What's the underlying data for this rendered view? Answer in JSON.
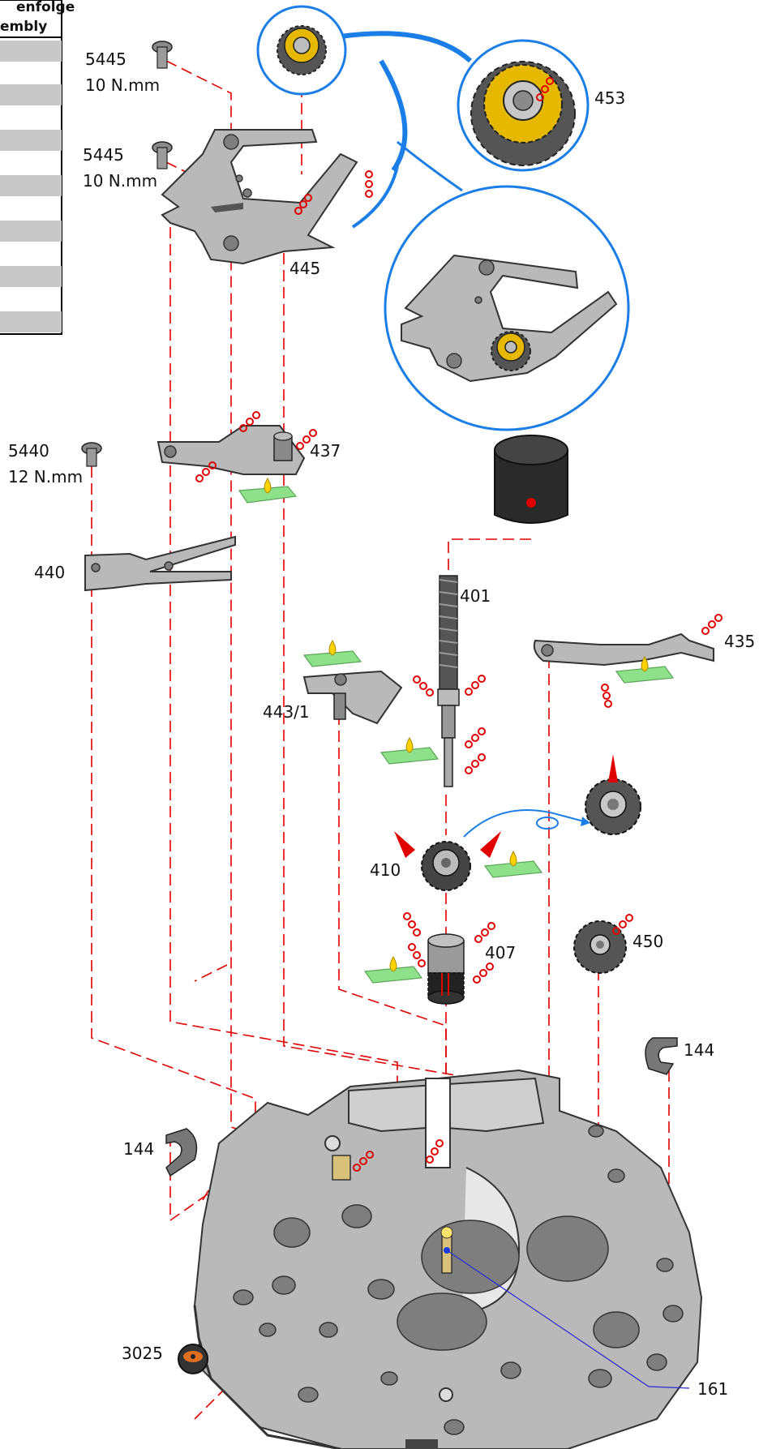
{
  "table": {
    "header_lines": [
      "enfolge",
      "embly"
    ],
    "rows": 7
  },
  "labels": {
    "p5445_a": "5445",
    "torque_a": "10 N.mm",
    "p5445_b": "5445",
    "torque_b": "10 N.mm",
    "p453": "453",
    "p445": "445",
    "p5440": "5440",
    "torque_c": "12 N.mm",
    "p437": "437",
    "p440": "440",
    "p401": "401",
    "p435": "435",
    "p443": "443/1",
    "p410": "410",
    "p407": "407",
    "p450": "450",
    "p144_right": "144",
    "p144_left": "144",
    "p3025": "3025",
    "p161": "161"
  },
  "colors": {
    "assembly_line": "#e10000",
    "detail_circle": "#1a7ee6",
    "lubricant_pad": "#8ee08a",
    "oil_drop": "#ffd200",
    "gear_gold": "#e6b800",
    "part_grey": "#b9b9b9",
    "pointer_line": "#2a2ad6"
  }
}
